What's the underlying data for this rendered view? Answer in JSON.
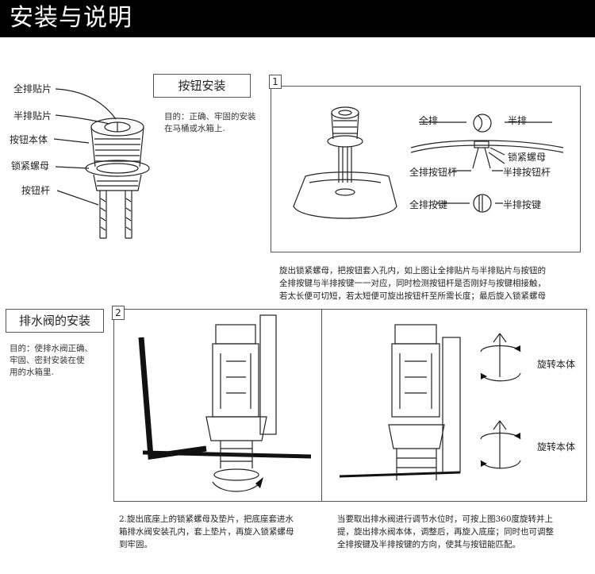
{
  "header": {
    "title": "安装与说明"
  },
  "part_labels": [
    "全排贴片",
    "半排贴片",
    "按钮本体",
    "锁紧螺母",
    "按钮杆"
  ],
  "button_install": {
    "title": "按钮安装",
    "purpose": [
      "目的：正确、牢固的安装",
      "在马桶或水箱上."
    ]
  },
  "panel1": {
    "number": "1",
    "labels": {
      "full": "全排",
      "half": "半排",
      "lock_nut": "锁紧螺母",
      "full_rod": "全排按钮杆",
      "half_rod": "半排按钮杆",
      "full_key": "全排按键",
      "half_key": "半排按键"
    }
  },
  "step1_text": [
    "旋出锁紧螺母，把按钮套入孔内，如上图让全排贴片与半排贴片与按钮的",
    "全排按键与半排按键一一对应，同时检测按钮杆是否刚好与按键相接触，",
    "若太长便可切短，若太短便可旋出按钮杆至所需长度；最后旋入锁紧螺母"
  ],
  "drain_install": {
    "title": "排水阀的安装",
    "purpose": [
      "目的：使排水阀正确、",
      "牢固、密封安装在使",
      "用的水箱里."
    ]
  },
  "panel2": {
    "number": "2",
    "rotate_label_1": "旋转本体",
    "rotate_label_2": "旋转本体"
  },
  "step2_text": [
    "2.旋出底座上的锁紧螺母及垫片，把底座套进水",
    "箱排水阀安装孔内，套上垫片，再旋入锁紧螺母",
    "到牢固。"
  ],
  "step3_text": [
    "当要取出排水阀进行调节水位时，可按上图360度旋转并上",
    "提，旋出排水阀本体，调整后，再旋入底座；同时也可调整",
    "全排按键及半排按键的方向，使其与按钮能匹配。"
  ]
}
